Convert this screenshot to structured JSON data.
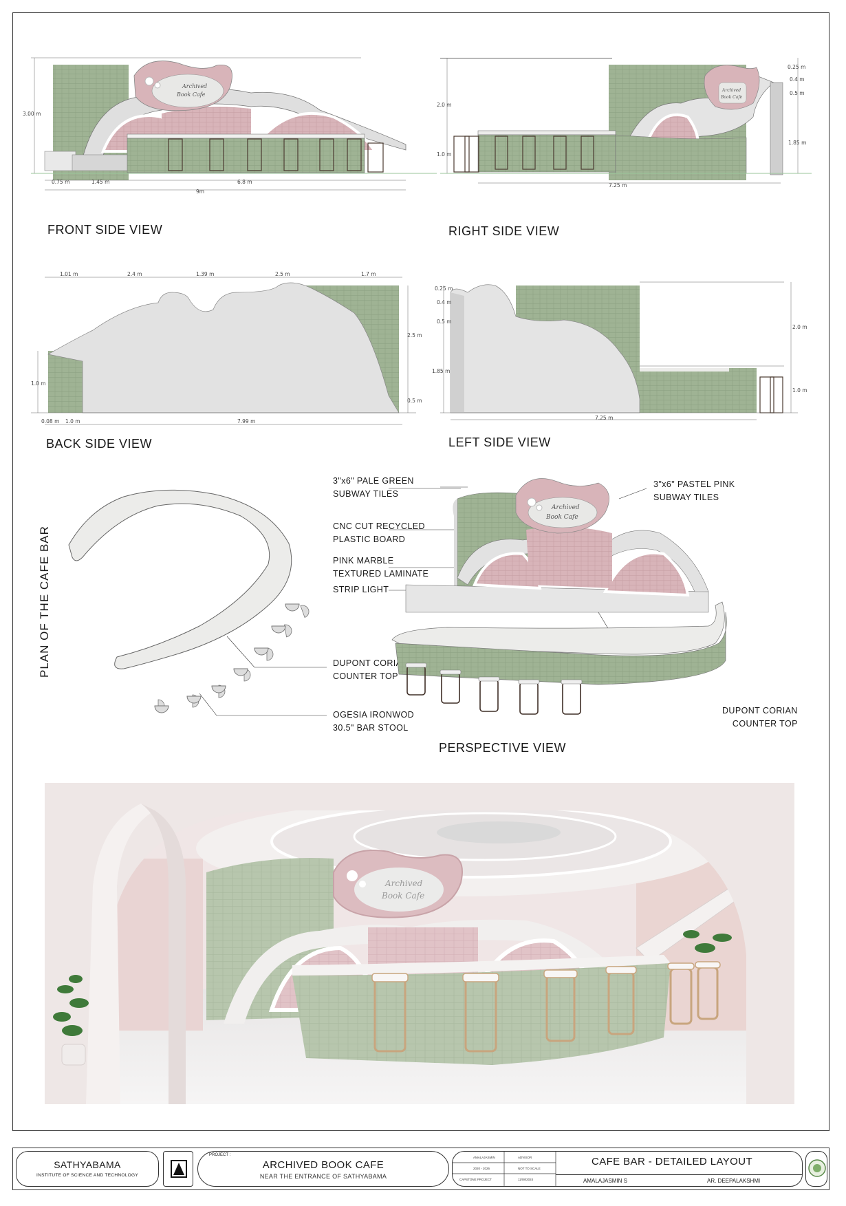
{
  "views": {
    "front": {
      "title": "FRONT SIDE VIEW",
      "dims": {
        "height": "3.00 m",
        "d1": "0.75 m",
        "d2": "1.45 m",
        "d3": "6.8 m",
        "total": "9m"
      }
    },
    "right": {
      "title": "RIGHT SIDE VIEW",
      "dims": {
        "h1": "2.0 m",
        "h2": "1.0 m",
        "r1": "0.25 m",
        "r2": "0.4 m",
        "r3": "0.5 m",
        "r4": "1.85 m",
        "length": "7.25 m"
      }
    },
    "back": {
      "title": "BACK SIDE VIEW",
      "dims": {
        "t1": "1.01 m",
        "t2": "2.4 m",
        "t3": "1.39 m",
        "t4": "2.5 m",
        "t5": "1.7 m",
        "h_right": "2.5 m",
        "h_left": "1.0 m",
        "h_low": "0.5 m",
        "b1": "0.08 m",
        "b2": "1.0 m",
        "b3": "7.99 m"
      }
    },
    "left": {
      "title": "LEFT SIDE VIEW",
      "dims": {
        "l1": "0.25 m",
        "l2": "0.4 m",
        "l3": "0.5 m",
        "l4": "1.85 m",
        "h_right": "2.0 m",
        "h_low": "1.0 m",
        "length": "7.25 m"
      }
    }
  },
  "plan": {
    "title": "PLAN OF THE CAFE BAR",
    "notes": {
      "counter": [
        "DUPONT CORIAN",
        "COUNTER TOP"
      ],
      "stool": [
        "OGESIA IRONWOD",
        "30.5\" BAR STOOL"
      ]
    }
  },
  "perspective": {
    "title": "PERSPECTIVE VIEW",
    "notes": {
      "green_tiles": [
        "3\"x6\" PALE GREEN",
        "SUBWAY TILES"
      ],
      "cnc": [
        "CNC CUT RECYCLED",
        "PLASTIC BOARD"
      ],
      "marble": [
        "PINK MARBLE",
        "TEXTURED LAMINATE"
      ],
      "strip": [
        "STRIP LIGHT"
      ],
      "pink_tiles": [
        "3\"x6\" PASTEL PINK",
        "SUBWAY TILES"
      ],
      "counter": [
        "DUPONT CORIAN",
        "COUNTER TOP"
      ]
    },
    "sign": [
      "Archived",
      "Book Cafe"
    ]
  },
  "render": {
    "sign": [
      "Archived",
      "Book Cafe"
    ]
  },
  "title_block": {
    "institution": "SATHYABAMA",
    "institution_sub": "INSTITUTE OF SCIENCE AND TECHNOLOGY",
    "project_label": "PROJECT :",
    "project_title": "ARCHIVED BOOK CAFE",
    "project_sub": "NEAR THE ENTRANCE OF SATHYABAMA",
    "grid": [
      "AMALAJASMIN",
      "ADVISOR",
      "2020 - 2026",
      "NOT TO SCALE",
      "CAPSTONE PROJECT",
      "11/08/2024"
    ],
    "drawing_title": "CAFE BAR - DETAILED LAYOUT",
    "student": "AMALAJASMIN S",
    "guide": "AR. DEEPALAKSHMI"
  },
  "colors": {
    "green_tile": "#9fb394",
    "pink_tile": "#d8b4b9",
    "counter_white": "#eeeeec",
    "wall_gray": "#dcdcdc",
    "bronze": "#6b4f3f"
  }
}
